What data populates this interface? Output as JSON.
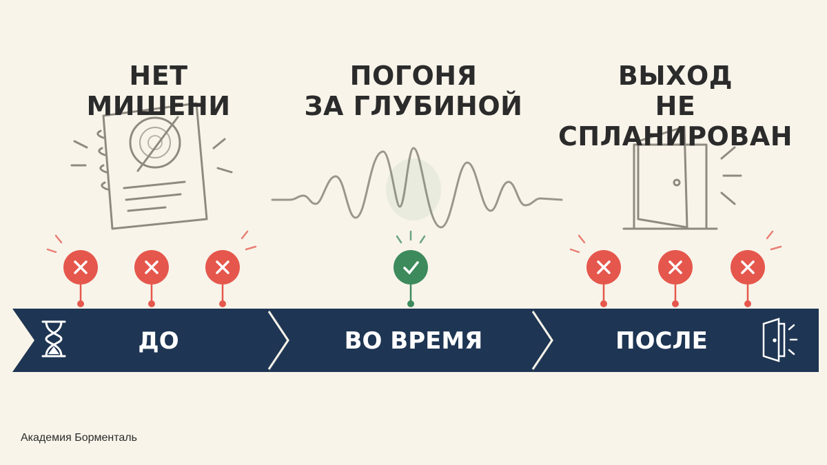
{
  "headings": {
    "before": [
      "НЕТ МИШЕНИ"
    ],
    "during": [
      "ПОГОНЯ",
      "ЗА ГЛУБИНОЙ"
    ],
    "after": [
      "ВЫХОД",
      "НЕ СПЛАНИРОВАН"
    ]
  },
  "stages": {
    "before": "ДО",
    "during": "ВО ВРЕМЯ",
    "after": "ПОСЛЕ"
  },
  "markers": {
    "before": [
      "fail",
      "fail",
      "fail"
    ],
    "during": [
      "success"
    ],
    "after": [
      "fail",
      "fail",
      "fail"
    ]
  },
  "icons": {
    "before": "notebook-target-icon",
    "during": "sound-wave-icon",
    "after": "open-door-icon",
    "bar_start": "hourglass-icon",
    "bar_end": "exit-door-icon"
  },
  "colors": {
    "bar": "#1e3553",
    "fail": "#e5574c",
    "success": "#3d8a5c",
    "line_art": "#8e8a80"
  },
  "footer": "Академия Борменталь"
}
